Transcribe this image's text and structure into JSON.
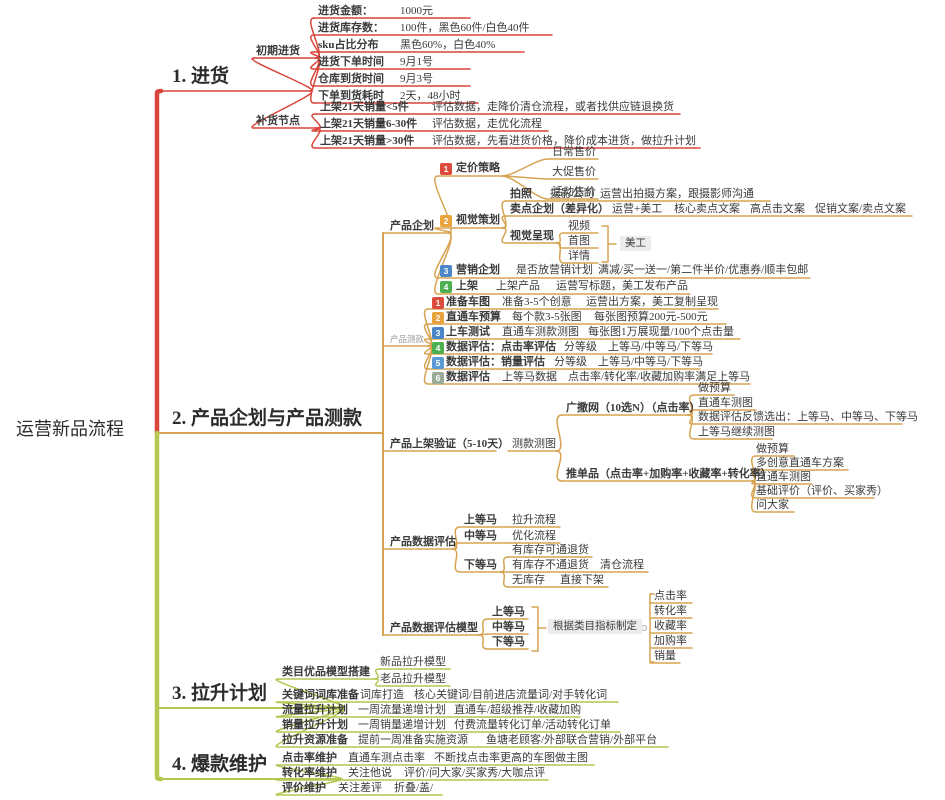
{
  "root": {
    "label": "运营新品流程"
  },
  "colors": {
    "branch1": "#d9453b",
    "branch2": "#d7a352",
    "branch3": "#b4c750",
    "badge1": "#dd4b3e",
    "badge2": "#e8a33d",
    "badge3": "#4a86c8",
    "badge4": "#4caf50",
    "badge5": "#5b9bd5",
    "badge6": "#9aab9a"
  },
  "branches": {
    "b1": {
      "title": "1. 进货",
      "initial": {
        "label": "初期进货",
        "rows": [
          {
            "k": "进货金额：",
            "v": "1000元"
          },
          {
            "k": "进货库存数：",
            "v": "100件，黑色60件/白色40件"
          },
          {
            "k": "sku占比分布",
            "v": "黑色60%，白色40%"
          },
          {
            "k": "进货下单时间",
            "v": "9月1号"
          },
          {
            "k": "仓库到货时间",
            "v": "9月3号"
          },
          {
            "k": "下单到货耗时",
            "v": "2天，48小时"
          }
        ]
      },
      "restock": {
        "label": "补货节点",
        "rows": [
          {
            "k": "上架21天销量<5件",
            "v": "评估数据，走降价清仓流程，或者找供应链退换货"
          },
          {
            "k": "上架21天销量6-30件",
            "v": "评估数据，走优化流程"
          },
          {
            "k": "上架21天销量>30件",
            "v": "评估数据，先看进货价格，降价成本进货，做拉升计划"
          }
        ]
      }
    },
    "b2": {
      "title": "2. 产品企划与产品测款",
      "planning": {
        "label": "产品企划",
        "pricing": {
          "num": "1",
          "label": "定价策略",
          "items": [
            "日常售价",
            "大促售价",
            "活动售价"
          ]
        },
        "visual": {
          "num": "2",
          "label": "视觉策划",
          "photo": [
            "拍照",
            "摄影公司",
            "运营出拍摄方案，跟摄影师沟通"
          ],
          "selling": [
            "卖点企划（差异化）",
            "运营+美工",
            "核心卖点文案",
            "高点击文案",
            "促销文案/卖点文案"
          ],
          "present": {
            "label": "视觉呈现",
            "items": [
              "视频",
              "首图",
              "详情"
            ],
            "owner": "美工"
          }
        },
        "marketing": {
          "num": "3",
          "label": "营销企划",
          "mid": "是否放营销计划",
          "tail": "满减/买一送一/第二件半价/优惠券/顺丰包邮"
        },
        "launch": {
          "num": "4",
          "label": "上架",
          "mid": "上架产品",
          "tail": "运营写标题，美工发布产品"
        }
      },
      "testing": {
        "label": "产品测款",
        "rows": [
          {
            "num": "1",
            "cells": [
              "准备车图",
              "准备3-5个创意",
              "运营出方案，美工复制呈现"
            ]
          },
          {
            "num": "2",
            "cells": [
              "直通车预算",
              "每个款3-5张图",
              "每张图预算200元-500元"
            ]
          },
          {
            "num": "3",
            "cells": [
              "上车测试",
              "直通车测款测图",
              "每张图1万展现量/100个点击量"
            ]
          },
          {
            "num": "4",
            "cells": [
              "数据评估：点击率评估",
              "分等级",
              "上等马/中等马/下等马"
            ]
          },
          {
            "num": "5",
            "cells": [
              "数据评估：销量评估",
              "分等级",
              "上等马/中等马/下等马"
            ]
          },
          {
            "num": "6",
            "cells": [
              "数据评估",
              "上等马数据",
              "点击率/转化率/收藏加购率满足上等马"
            ]
          }
        ]
      },
      "verify": {
        "label": "产品上架验证（5-10天）",
        "mid": "测款测图",
        "wide": {
          "label": "广撒网（10选N）（点击率）",
          "items": [
            "做预算",
            "直通车测图",
            "数据评估反馈选出：上等马、中等马、下等马",
            "上等马继续测图"
          ]
        },
        "single": {
          "label": "推单品（点击率+加购率+收藏率+转化率）",
          "items": [
            "做预算",
            "多创意直通车方案",
            "直通车测图",
            "基础评价（评价、买家秀）",
            "问大家"
          ]
        }
      },
      "evaluate": {
        "label": "产品数据评估",
        "high": {
          "k": "上等马",
          "v": "拉升流程"
        },
        "mid": {
          "k": "中等马",
          "v": "优化流程"
        },
        "low": {
          "label": "下等马",
          "rows": [
            {
              "k": "有库存可通退货",
              "v": ""
            },
            {
              "k": "有库存不通退货",
              "v": "清仓流程"
            },
            {
              "k": "无库存",
              "v": "直接下架"
            }
          ]
        }
      },
      "model": {
        "label": "产品数据评估模型",
        "grades": [
          "上等马",
          "中等马",
          "下等马"
        ],
        "mid": "根据类目指标制定",
        "metrics": [
          "点击率",
          "转化率",
          "收藏率",
          "加购率",
          "销量"
        ]
      }
    },
    "b3": {
      "title": "3. 拉升计划",
      "model_row": {
        "label": "类目优品模型搭建",
        "subs": [
          "新品拉升模型",
          "老品拉升模型"
        ]
      },
      "rows": [
        {
          "cells": [
            "关键词词库准备",
            "词库打造",
            "核心关键词/目前进店流量词/对手转化词"
          ]
        },
        {
          "cells": [
            "流量拉升计划",
            "一周流量递增计划",
            "直通车/超级推荐/收藏加购"
          ]
        },
        {
          "cells": [
            "销量拉升计划",
            "一周销量递增计划",
            "付费流量转化订单/活动转化订单"
          ]
        },
        {
          "cells": [
            "拉升资源准备",
            "提前一周准备实施资源",
            "鱼塘老顾客/外部联合营销/外部平台"
          ]
        }
      ]
    },
    "b4": {
      "title": "4. 爆款维护",
      "rows": [
        {
          "cells": [
            "点击率维护",
            "直通车测点击率",
            "不断找点击率更高的车图做主图"
          ]
        },
        {
          "cells": [
            "转化率维护",
            "关注他说",
            "评价/问大家/买家秀/大咖点评"
          ]
        },
        {
          "cells": [
            "评价维护",
            "关注差评",
            "折叠/盖/"
          ]
        }
      ]
    }
  }
}
